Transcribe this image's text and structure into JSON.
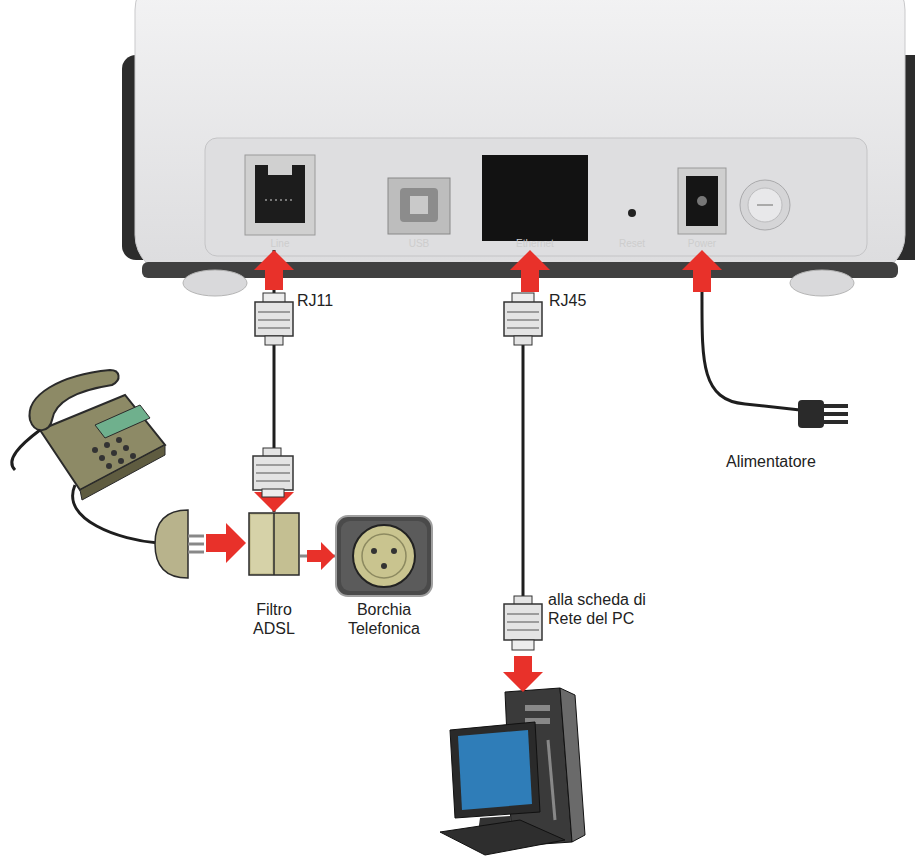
{
  "diagram": {
    "nodes": [
      {
        "text": [
          "Line",
          "USB",
          "Ethernet",
          "Reset",
          "Power"
        ]
      },
      {
        "text": [
          "Filtro ADSL"
        ]
      },
      {
        "text": [
          "Borchia Telefonica"
        ]
      }
    ],
    "edges": [
      {
        "from": 0,
        "to": 1,
        "arrow": "both"
      },
      {
        "from": 1,
        "to": 2,
        "arrow": "to"
      }
    ],
    "labels": [
      "RJ11",
      "RJ45",
      "Alimentatore",
      "alla scheda di Rete del PC"
    ]
  }
}
